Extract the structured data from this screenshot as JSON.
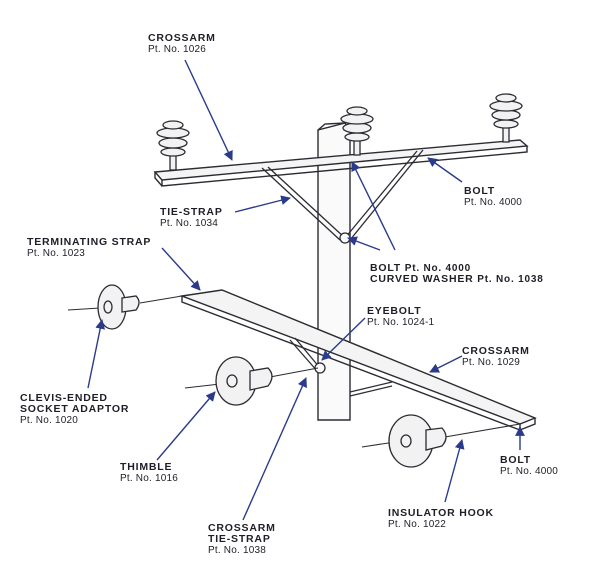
{
  "labels": {
    "crossarm_top": {
      "title": "CROSSARM",
      "part": "Pt. No. 1026"
    },
    "bolt_top": {
      "title": "BOLT",
      "part": "Pt. No. 4000"
    },
    "tie_strap": {
      "title": "TIE-STRAP",
      "part": "Pt. No. 1034"
    },
    "terminating_strap": {
      "title": "TERMINATING STRAP",
      "part": "Pt. No. 1023"
    },
    "bolt_washer": {
      "title": "BOLT",
      "part": "Pt. No. 4000",
      "title2": "CURVED WASHER",
      "part2": "Pt. No. 1038"
    },
    "eyebolt": {
      "title": "EYEBOLT",
      "part": "Pt. No. 1024-1"
    },
    "crossarm_lower": {
      "title": "CROSSARM",
      "part": "Pt. No. 1029"
    },
    "clevis": {
      "title1": "CLEVIS-ENDED",
      "title2": "SOCKET ADAPTOR",
      "part": "Pt. No. 1020"
    },
    "thimble": {
      "title": "THIMBLE",
      "part": "Pt. No. 1016"
    },
    "bolt_lower": {
      "title": "BOLT",
      "part": "Pt. No. 4000"
    },
    "insulator_hook": {
      "title": "INSULATOR HOOK",
      "part": "Pt. No. 1022"
    },
    "crossarm_tie_strap": {
      "title1": "CROSSARM",
      "title2": "TIE-STRAP",
      "part": "Pt. No. 1038"
    }
  },
  "colors": {
    "line": "#2b2b33",
    "arrow": "#2a3a8c",
    "text": "#1e1e28"
  }
}
